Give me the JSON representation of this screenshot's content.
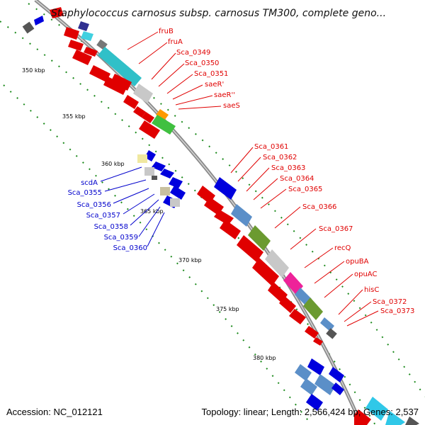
{
  "title": "Staphylococcus carnosus subsp. carnosus TM300, complete geno...",
  "footer": {
    "accession": "Accession: NC_012121",
    "stats": "Topology: linear; Length: 2,566,424 bp; Genes: 2,537"
  },
  "colors": {
    "backbone": "#808080",
    "tick": "#1c8a1c",
    "label_forward": "#e00000",
    "label_reverse": "#0000cc"
  },
  "ticks": [
    "350 kbp",
    "355 kbp",
    "360 kbp",
    "365 kbp",
    "370 kbp",
    "375 kbp",
    "380 kbp"
  ],
  "labels_forward": [
    "fruB",
    "fruA",
    "Sca_0349",
    "Sca_0350",
    "Sca_0351",
    "saeR'",
    "saeR''",
    "saeS",
    "Sca_0361",
    "Sca_0362",
    "Sca_0363",
    "Sca_0364",
    "Sca_0365",
    "Sca_0366",
    "Sca_0367",
    "recQ",
    "opuBA",
    "opuAC",
    "hisC",
    "Sca_0372",
    "Sca_0373"
  ],
  "labels_reverse": [
    "scdA",
    "Sca_0355",
    "Sca_0356",
    "Sca_0357",
    "Sca_0358",
    "Sca_0359",
    "Sca_0360"
  ]
}
